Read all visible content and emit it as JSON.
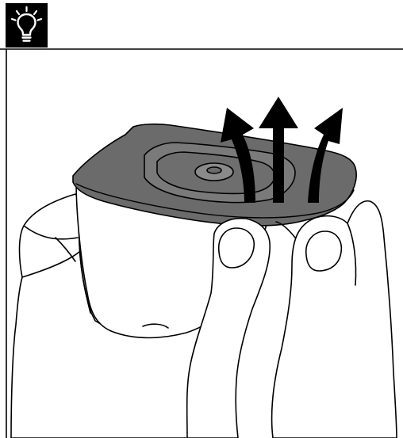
{
  "header": {
    "icon": "lightbulb-tip-icon",
    "badge_color": "#000000"
  },
  "illustration": {
    "subject": "hands-removing-lid-illustration",
    "lid_color": "#6b6b6b",
    "arrow_color": "#000000",
    "arrow_count": 3,
    "arrow_direction": "up"
  }
}
